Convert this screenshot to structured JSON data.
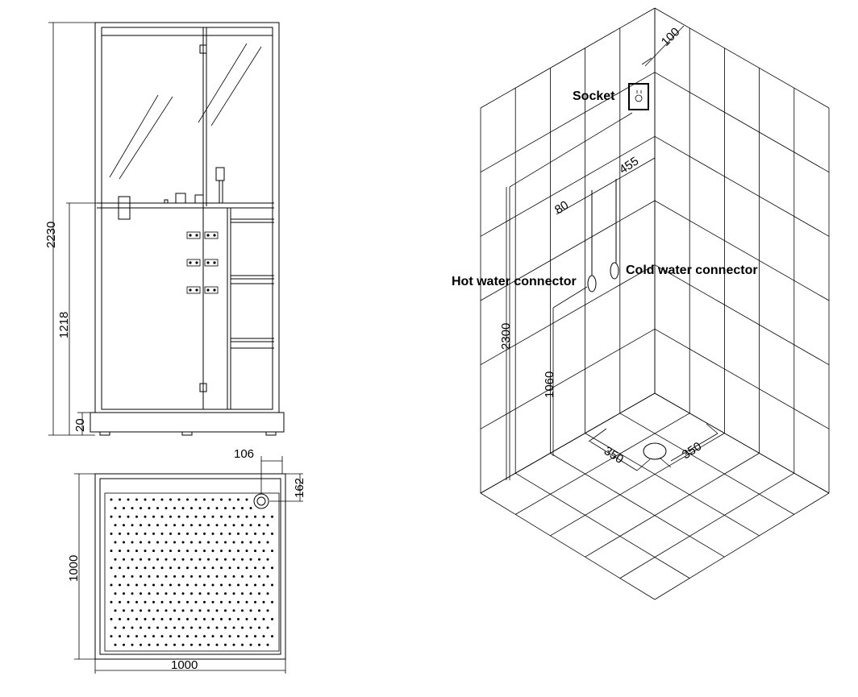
{
  "front_view": {
    "dim_height": "2230",
    "dim_valve_height": "1218",
    "dim_base": "20"
  },
  "plan_view": {
    "dim_drain_x": "106",
    "dim_drain_y": "162",
    "dim_width": "1000",
    "dim_depth": "1000"
  },
  "iso_view": {
    "socket_label": "Socket",
    "dim_socket_offset": "100",
    "dim_socket_height": "2300",
    "dim_connector_top": "455",
    "dim_connector_gap": "80",
    "hot_label": "Hot water connector",
    "cold_label": "Cold water connector",
    "dim_connector_height": "1060",
    "dim_drain_left": "350",
    "dim_drain_right": "350"
  }
}
